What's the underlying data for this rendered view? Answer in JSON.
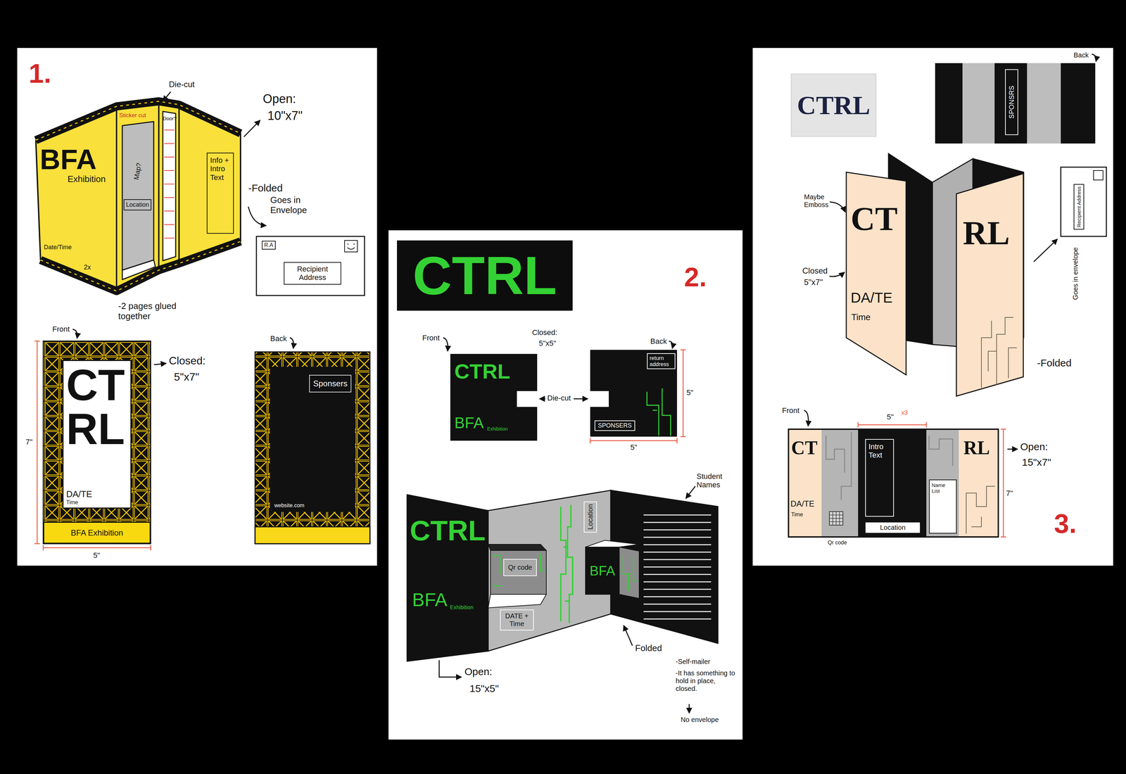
{
  "diagram": {
    "nodes": [
      {
        "text": [
          "BFA",
          "Exhibition",
          "Date/Time"
        ]
      },
      {
        "text": [
          "Info + Intro Text"
        ]
      },
      {
        "text": [
          "Location"
        ]
      },
      {
        "text": [
          "R.A"
        ]
      },
      {
        "text": [
          "Recipient Address"
        ]
      },
      {
        "text": [
          "CT RL",
          "DA/TE",
          "Time"
        ]
      },
      {
        "text": [
          "BFA Exhibition"
        ]
      },
      {
        "text": [
          "Sponsers"
        ]
      },
      {
        "text": [
          "CTRL"
        ]
      },
      {
        "text": [
          "CTRL",
          "BFA",
          "Exhibition"
        ]
      },
      {
        "text": [
          "return address"
        ]
      },
      {
        "text": [
          "SPONSERS"
        ]
      },
      {
        "text": [
          "CTRL",
          "BFA",
          "Exhibition"
        ]
      },
      {
        "text": [
          "Qr code"
        ]
      },
      {
        "text": [
          "Location"
        ]
      },
      {
        "text": [
          "DATE + Time"
        ]
      },
      {
        "text": [
          "BFA"
        ]
      },
      {
        "text": [
          "CTRL"
        ]
      },
      {
        "text": [
          "SPONSRS"
        ]
      },
      {
        "text": [
          "CT",
          "DA/TE",
          "Time"
        ]
      },
      {
        "text": [
          "RL"
        ]
      },
      {
        "text": [
          "Recipient Address"
        ]
      },
      {
        "text": [
          "CT",
          "DA/TE",
          "Time"
        ]
      },
      {
        "text": [
          "Intro Text"
        ]
      },
      {
        "text": [
          "Location"
        ]
      },
      {
        "text": [
          "Name List"
        ]
      },
      {
        "text": [
          "RL"
        ]
      }
    ],
    "labels": [
      "1.",
      "Die-cut",
      "Sticker cut",
      "Map?",
      "Door?",
      "2x",
      "Open:",
      "10\"x7\"",
      "-Folded",
      "Goes in Envelope",
      "-2 pages glued together",
      "Front",
      "Closed:",
      "5\"x7\"",
      "7\"",
      "5\"",
      "Back",
      "website.com",
      "2.",
      "Front",
      "Closed:",
      "5\"x5\"",
      "Die-cut",
      "Back",
      "5\"",
      "5\"",
      "Student Names",
      "Folded",
      "Open:",
      "15\"x5\"",
      "-Self-mailer",
      "-It has something to hold in place, closed.",
      "No envelope",
      "Back",
      "Maybe Emboss",
      "Closed",
      "5\"x7\"",
      "Goes in envelope",
      "-Folded",
      "Front",
      "5\"",
      "x3",
      "Qr code",
      "Open:",
      "15\"x7\"",
      "7\"",
      "3."
    ]
  }
}
